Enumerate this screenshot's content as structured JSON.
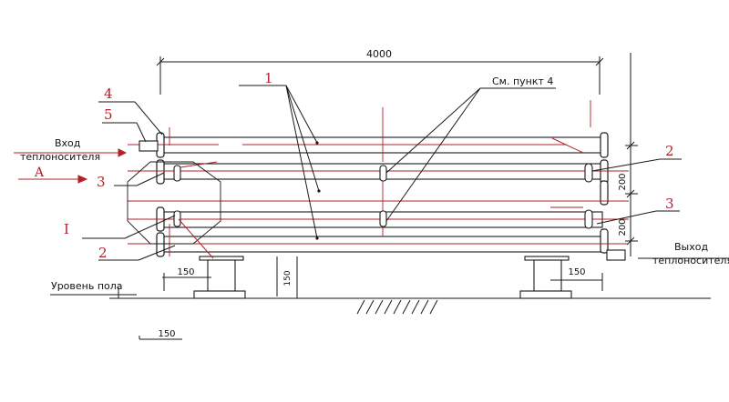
{
  "colors": {
    "line": "#1a1a1a",
    "leader": "#b3202a",
    "leader_black": "#1a1a1a",
    "background": "#ffffff"
  },
  "dimensions": {
    "overall_length": "4000",
    "pitch_top": "200",
    "pitch_bottom": "200",
    "leg_offset_left": "150",
    "leg_offset_right": "150",
    "floor_clearance": "150",
    "scale_ref": "150"
  },
  "labels": {
    "inlet_line1": "Вход",
    "inlet_line2": "теплоносителя",
    "outlet_line1": "Выход",
    "outlet_line2": "теплоносителя",
    "floor_level": "Уровень пола",
    "see_item": "См. пункт 4",
    "view_a": "A",
    "detail_i": "I"
  },
  "callouts": {
    "pipe": "1",
    "jumper_left": "2",
    "jumper_right": "2",
    "bracket_left": "3",
    "bracket_right": "3",
    "cap": "4",
    "fitting": "5"
  }
}
